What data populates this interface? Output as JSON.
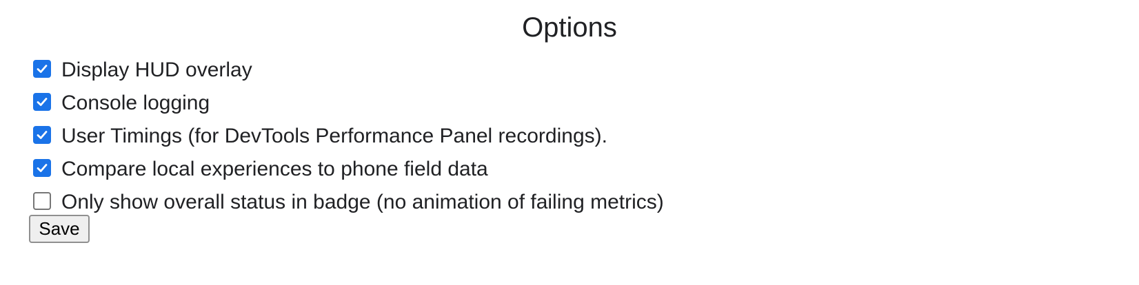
{
  "page": {
    "title": "Options"
  },
  "options": [
    {
      "label": "Display HUD overlay",
      "checked": true
    },
    {
      "label": "Console logging",
      "checked": true
    },
    {
      "label": "User Timings (for DevTools Performance Panel recordings).",
      "checked": true
    },
    {
      "label": "Compare local experiences to phone field data",
      "checked": true
    },
    {
      "label": "Only show overall status in badge (no animation of failing metrics)",
      "checked": false
    }
  ],
  "actions": {
    "save_label": "Save"
  },
  "colors": {
    "checkbox_checked": "#1a73e8",
    "checkbox_unchecked_border": "#767676",
    "text": "#202124"
  }
}
